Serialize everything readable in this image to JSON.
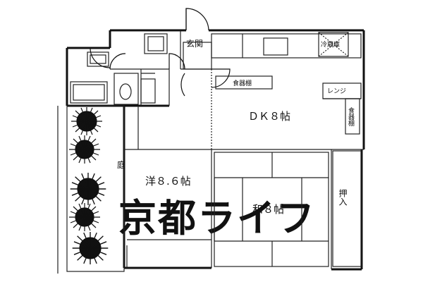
{
  "rooms": {
    "entrance": "玄関",
    "refrigerator": "冷蔵庫",
    "cupboard_top": "食器棚",
    "range": "レンジ",
    "cupboard_right": "食器棚",
    "dk": "ＤＫ８帖",
    "garden": "庭",
    "western": "洋８.６帖",
    "japanese": "和８帖",
    "closet": "押入"
  },
  "watermark": "京都ライフ",
  "colors": {
    "wall": "#111111",
    "line": "#222222",
    "watermark": "#c8c8c8"
  }
}
